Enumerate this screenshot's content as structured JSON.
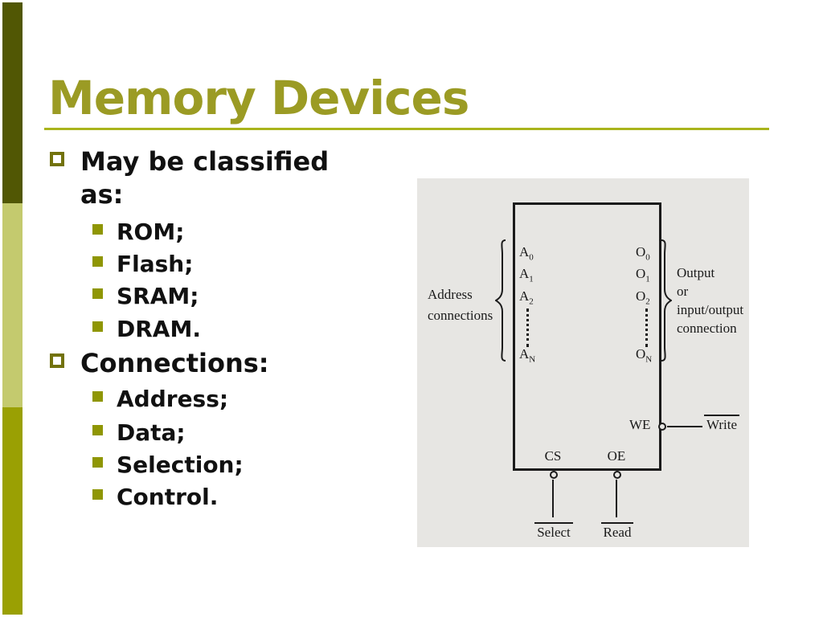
{
  "slide": {
    "title": "Memory Devices",
    "colors": {
      "title_olive": "#9b9b24",
      "rule_olive": "#a9b41c",
      "bar_dark": "#515704",
      "bar_light": "#c4ca6e",
      "bar_medium": "#9aa003",
      "bullet_outline": "#72720c",
      "bullet_fill": "#8f9604",
      "body_text": "#111111",
      "figure_background": "#e7e6e3",
      "figure_ink": "#1b1b1b"
    },
    "bullets": [
      {
        "level": 1,
        "text": "May be classified as:"
      },
      {
        "level": 2,
        "text": "ROM;"
      },
      {
        "level": 2,
        "text": "Flash;"
      },
      {
        "level": 2,
        "text": "SRAM;"
      },
      {
        "level": 2,
        "text": "DRAM."
      },
      {
        "level": 1,
        "text": "Connections:"
      },
      {
        "level": 2,
        "text": "Address;"
      },
      {
        "level": 2,
        "text": "Data;"
      },
      {
        "level": 2,
        "text": "Selection;"
      },
      {
        "level": 2,
        "text": "Control."
      }
    ]
  },
  "figure": {
    "address_pins": [
      {
        "base": "A",
        "sub": "0"
      },
      {
        "base": "A",
        "sub": "1"
      },
      {
        "base": "A",
        "sub": "2"
      },
      {
        "base": "A",
        "sub": "N"
      }
    ],
    "output_pins": [
      {
        "base": "O",
        "sub": "0"
      },
      {
        "base": "O",
        "sub": "1"
      },
      {
        "base": "O",
        "sub": "2"
      },
      {
        "base": "O",
        "sub": "N"
      }
    ],
    "left_caption_line1": "Address",
    "left_caption_line2": "connections",
    "right_caption_line1": "Output",
    "right_caption_line2": "or",
    "right_caption_line3": "input/output",
    "right_caption_line4": "connection",
    "we_label": "WE",
    "cs_label": "CS",
    "oe_label": "OE",
    "write_label": "Write",
    "select_label": "Select",
    "read_label": "Read"
  }
}
